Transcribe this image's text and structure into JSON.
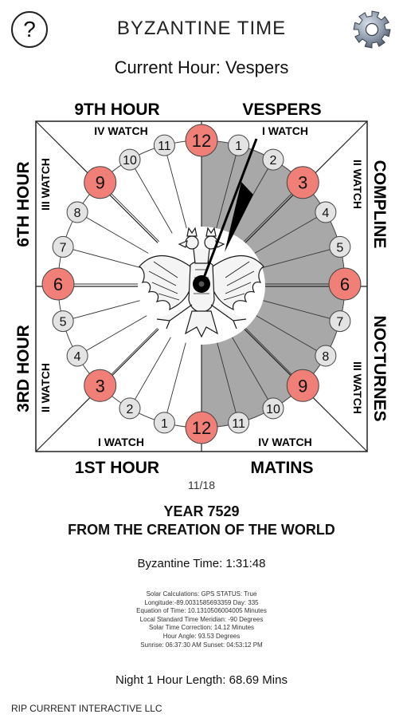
{
  "header": {
    "help_label": "?",
    "title": "BYZANTINE TIME",
    "settings_icon": "gear-icon"
  },
  "current_hour_text": "Current Hour: Vespers",
  "clock": {
    "corner_labels": {
      "top_left": "9TH HOUR",
      "top_right": "VESPERS",
      "bottom_left": "1ST HOUR",
      "bottom_right": "MATINS",
      "left_top": "6TH HOUR",
      "left_bottom": "3RD HOUR",
      "right_top": "COMPLINE",
      "right_bottom": "NOCTURNES"
    },
    "watch_labels": {
      "top_left": "IV WATCH",
      "top_right": "I WATCH",
      "bottom_left": "I WATCH",
      "bottom_right": "IV WATCH",
      "left_top": "III WATCH",
      "left_bottom": "II WATCH",
      "right_top": "II WATCH",
      "right_bottom": "III WATCH"
    },
    "left_hours": [
      "12",
      "11",
      "10",
      "9",
      "8",
      "7",
      "6",
      "5",
      "4",
      "3",
      "2",
      "1",
      "12"
    ],
    "right_hours": [
      "1",
      "2",
      "3",
      "4",
      "5",
      "6",
      "7",
      "8",
      "9",
      "10",
      "11"
    ],
    "highlight_hours": [
      "12",
      "9",
      "6",
      "3"
    ],
    "colors": {
      "highlight": "#f07f77",
      "normal": "#e3e3e3",
      "night_shade": "#a8a8a8",
      "hand": "#000000"
    },
    "center_icon": "double-headed-eagle-icon"
  },
  "date_text": "11/18",
  "year_line1": "YEAR 7529",
  "year_line2": "FROM THE CREATION OF THE WORLD",
  "byzantine_time_text": "Byzantine Time: 1:31:48",
  "solar": {
    "lines": [
      "Solar Calculations: GPS STATUS: True",
      "Longitude:-89.0031585693359 Day: 335",
      "Equation of Time: 10.1310506004005 Minutes",
      "Local Standard Time Meridian: -90 Degrees",
      "Solar Time Correction: 14.12 Minutes",
      "Hour Angle: 93.53 Degrees",
      "Sunrise: 06:37:30 AM Sunset: 04:53:12 PM"
    ]
  },
  "night_length_text": "Night 1 Hour Length: 68.69 Mins",
  "company": "RIP CURRENT INTERACTIVE LLC"
}
